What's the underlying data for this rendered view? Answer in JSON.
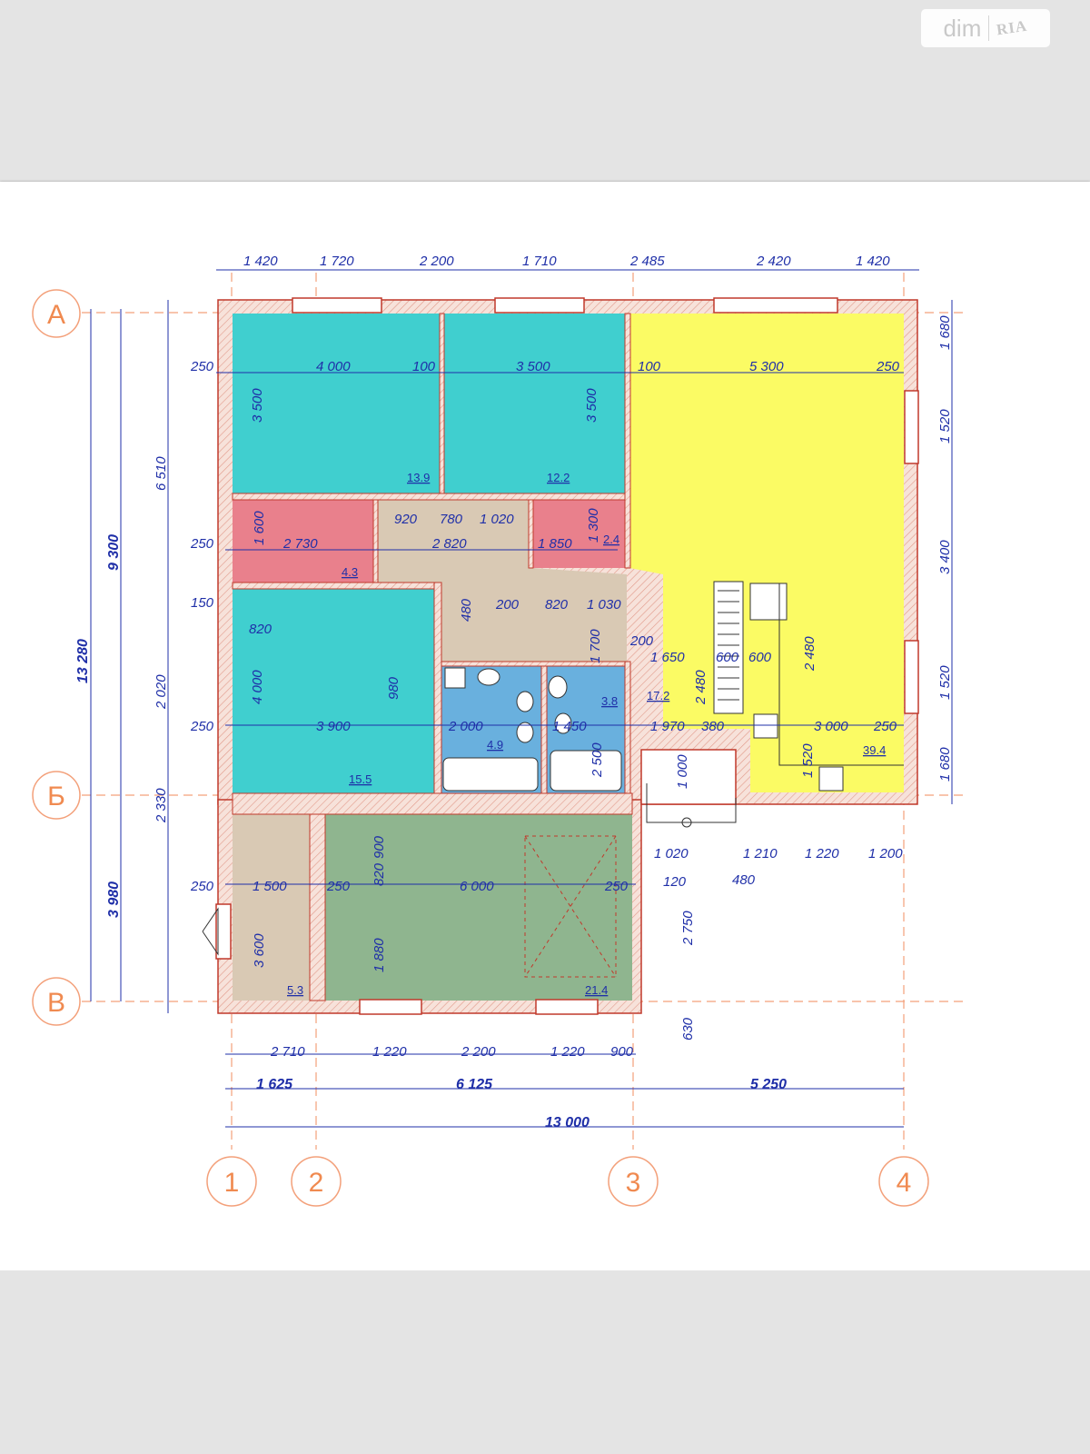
{
  "watermark": {
    "brand": "dim",
    "brand2": "RIA"
  },
  "axes": {
    "rows": [
      "А",
      "Б",
      "В"
    ],
    "cols": [
      "1",
      "2",
      "3",
      "4"
    ]
  },
  "dims_top": [
    "1 420",
    "1 720",
    "2 200",
    "1 710",
    "2 485",
    "2 420",
    "1 420"
  ],
  "dims_bottom_row1": [
    "2 710",
    "1 220",
    "2 200",
    "1 220",
    "900"
  ],
  "dims_bottom_row2": [
    "1 625",
    "6 125",
    "5 250"
  ],
  "dims_bottom_total": "13 000",
  "dims_left": {
    "total": "13 280",
    "upper": "9 300",
    "lower": "3 980",
    "a": "6 510",
    "b": "2 020",
    "c": "2 330"
  },
  "dims_right": [
    "1 680",
    "1 520",
    "3 400",
    "1 520",
    "1 680"
  ],
  "rooms": {
    "bedroom1": "13.9",
    "bedroom2": "12.2",
    "wardrobe1": "4.3",
    "wardrobe2": "2.4",
    "bedroom3": "15.5",
    "bathroom1": "4.9",
    "bathroom2": "3.8",
    "hall": "17.2",
    "living": "39.4",
    "porch": "5.3",
    "garage": "21.4"
  },
  "inner_dims": {
    "r1_w": "4 000",
    "r1_h": "3 500",
    "r2_w": "3 500",
    "r2_h": "3 500",
    "liv_w": "5 300",
    "liv_100": "100",
    "liv_250": "250",
    "w1": "2 730",
    "w1_h": "1 600",
    "hall_w": "2 820",
    "w2": "1 850",
    "w2_h": "1 300",
    "d920": "920",
    "d780": "780",
    "d1020": "1 020",
    "r3_w": "3 900",
    "r3_h": "4 000",
    "r3_820": "820",
    "b1": "2 000",
    "b2": "1 450",
    "b2_h": "2 500",
    "hall2": "1 970",
    "hall_650": "1 650",
    "hall_2480": "2 480",
    "kit_2480": "2 480",
    "kit_3000": "3 000",
    "d200": "200",
    "d820b": "820",
    "d1030": "1 030",
    "d1700": "1 700",
    "d600a": "600",
    "d600b": "600",
    "d380": "380",
    "d1520": "1 520",
    "porch_w": "1 500",
    "porch_h": "3 600",
    "gar_w": "6 000",
    "gar_h": "1 880",
    "gar_900": "900",
    "gar_820": "820",
    "o1020": "1 020",
    "o1210": "1 210",
    "o1220": "1 220",
    "o1200": "1 200",
    "o120": "120",
    "o480": "480",
    "o2750": "2 750",
    "o630": "630",
    "o1000": "1 000",
    "d250": "250",
    "d100": "100",
    "d150": "150",
    "d380b": "380",
    "d980": "980",
    "d480": "480"
  },
  "colors": {
    "teal": "#40cfcf",
    "yellow": "#fbfb64",
    "pink": "#e9808c",
    "beige": "#d9c9b4",
    "blue": "#69b0de",
    "green": "#8fb58f",
    "wall": "#f3d9cf",
    "wallStroke": "#c0392b",
    "dim": "#1f2fa8",
    "axis": "#f08a50"
  }
}
